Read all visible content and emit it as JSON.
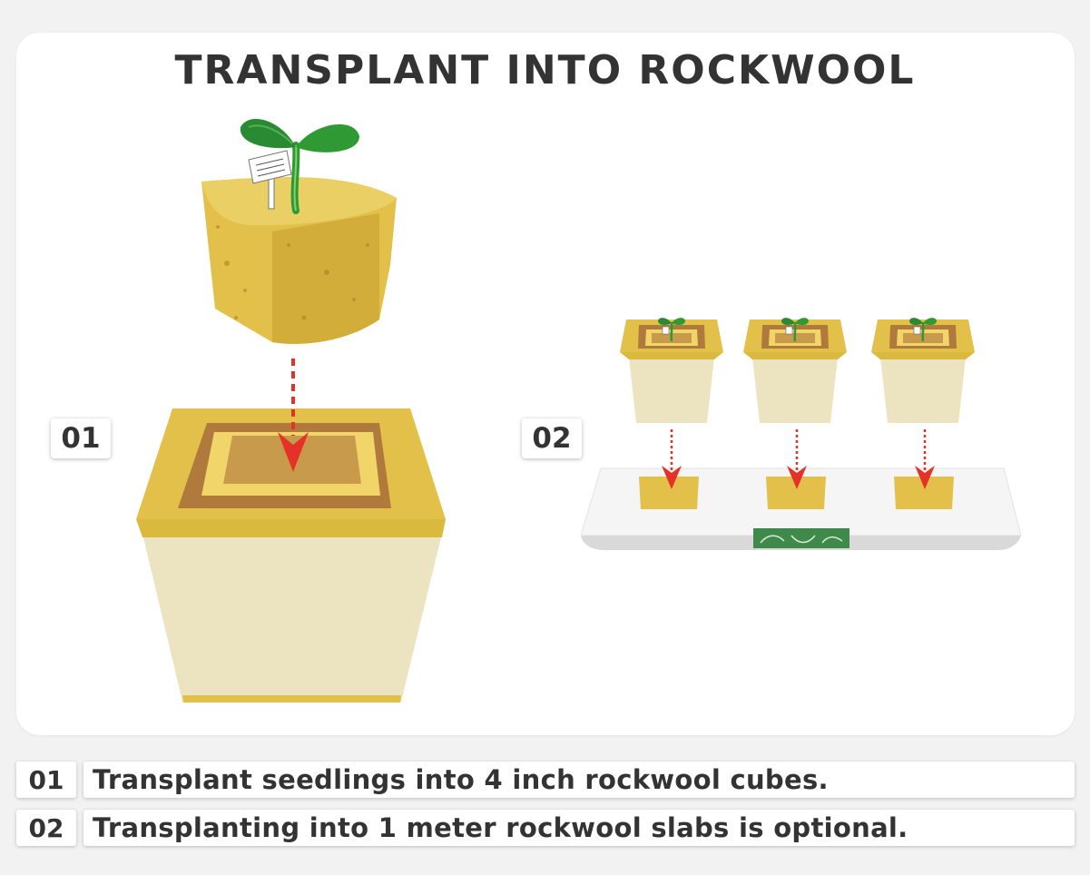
{
  "title": "TRANSPLANT INTO ROCKWOOL",
  "steps": [
    {
      "number": "01",
      "caption": "Transplant seedlings into 4 inch rockwool cubes."
    },
    {
      "number": "02",
      "caption": "Transplanting into 1 meter rockwool slabs is optional."
    }
  ],
  "colors": {
    "rockwool_gold": "#e2c04a",
    "rockwool_cream": "#ece3c0",
    "cube_hole": "#b07a3c",
    "seedling_green": "#2f9a34",
    "arrow_red": "#e53229",
    "slab_white": "#f5f5f5",
    "slab_label_green": "#3f8a4a",
    "text_dark": "#333333"
  }
}
